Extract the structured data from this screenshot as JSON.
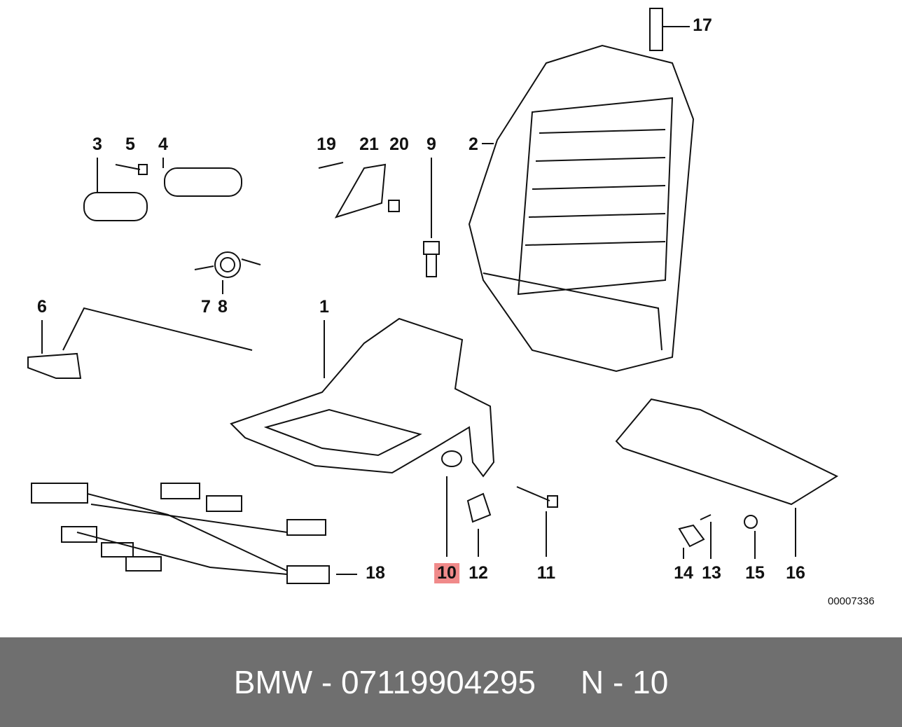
{
  "labels": [
    "17",
    "3",
    "5",
    "4",
    "19",
    "21",
    "20",
    "9",
    "2",
    "6",
    "7",
    "8",
    "1",
    "18",
    "10",
    "12",
    "11",
    "14",
    "13",
    "15",
    "16"
  ],
  "highlighted_label": "10",
  "diagram_code": "00007336",
  "footer": {
    "brand": "BMW",
    "separator": " - ",
    "part_number": "07119904295",
    "position_prefix": "N - ",
    "position": "10"
  },
  "colors": {
    "highlight": "#f08a8a",
    "footer_bg": "#6f6f6f"
  }
}
